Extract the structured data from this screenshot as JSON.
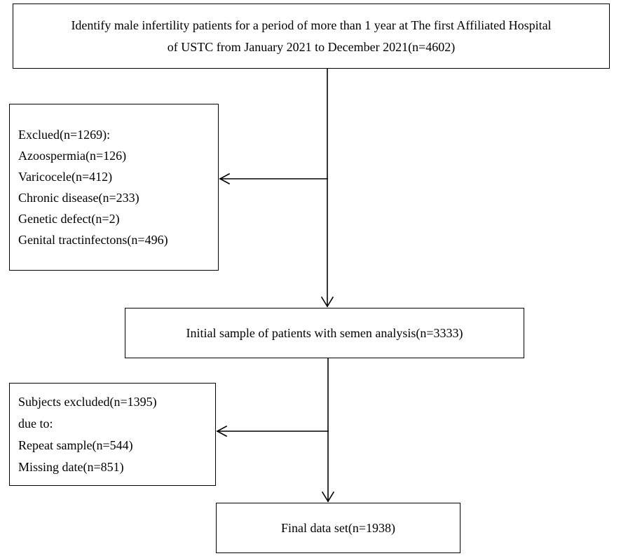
{
  "flowchart": {
    "identify": {
      "lines": [
        "Identify male infertility patients for a period of more than 1 year at The first Affiliated Hospital",
        "of USTC from January 2021 to December 2021(n=4602)"
      ]
    },
    "excluded_1": {
      "lines": [
        "Exclued(n=1269):",
        "Azoospermia(n=126)",
        "Varicocele(n=412)",
        "Chronic disease(n=233)",
        "Genetic defect(n=2)",
        "Genital tractinfectons(n=496)"
      ]
    },
    "initial_sample": {
      "lines": [
        "Initial sample of patients with semen analysis(n=3333)"
      ]
    },
    "excluded_2": {
      "lines": [
        "Subjects excluded(n=1395)",
        "due to:",
        "Repeat sample(n=544)",
        "Missing date(n=851)"
      ]
    },
    "final": {
      "lines": [
        "Final data set(n=1938)"
      ]
    }
  },
  "colors": {
    "stroke": "#000000",
    "background": "#ffffff"
  }
}
